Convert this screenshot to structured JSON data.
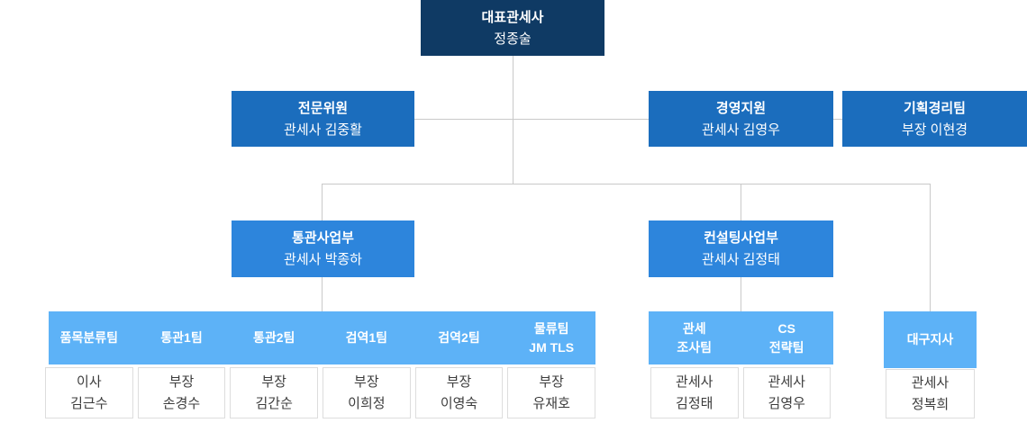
{
  "colors": {
    "ceo_box": "#0f3a64",
    "level2_box": "#1b6dbd",
    "level3_box": "#2d85dc",
    "team_band": "#5db2f7",
    "connector_line": "#c9c9c9",
    "member_text": "#3c3c3c",
    "member_border": "#dddddd"
  },
  "ceo": {
    "title": "대표관세사",
    "name": "정종술"
  },
  "level2": [
    {
      "title": "전문위원",
      "name": "관세사 김중활"
    },
    {
      "title": "경영지원",
      "name": "관세사 김영우"
    },
    {
      "title": "기획경리팀",
      "name": "부장 이현경"
    }
  ],
  "level3": [
    {
      "title": "통관사업부",
      "name": "관세사 박종하"
    },
    {
      "title": "컨설팅사업부",
      "name": "관세사 김정태"
    }
  ],
  "customs_teams": [
    {
      "team": "품목분류팀",
      "member": "이사\n김근수"
    },
    {
      "team": "통관1팀",
      "member": "부장\n손경수"
    },
    {
      "team": "통관2팀",
      "member": "부장\n김간순"
    },
    {
      "team": "검역1팀",
      "member": "부장\n이희정"
    },
    {
      "team": "검역2팀",
      "member": "부장\n이영숙"
    },
    {
      "team": "물류팀\nJM TLS",
      "member": "부장\n유재호"
    }
  ],
  "consulting_teams": [
    {
      "team": "관세\n조사팀",
      "member": "관세사\n김정태"
    },
    {
      "team": "CS\n전략팀",
      "member": "관세사\n김영우"
    }
  ],
  "branch": {
    "team": "대구지사",
    "member": "관세사\n정복희"
  }
}
